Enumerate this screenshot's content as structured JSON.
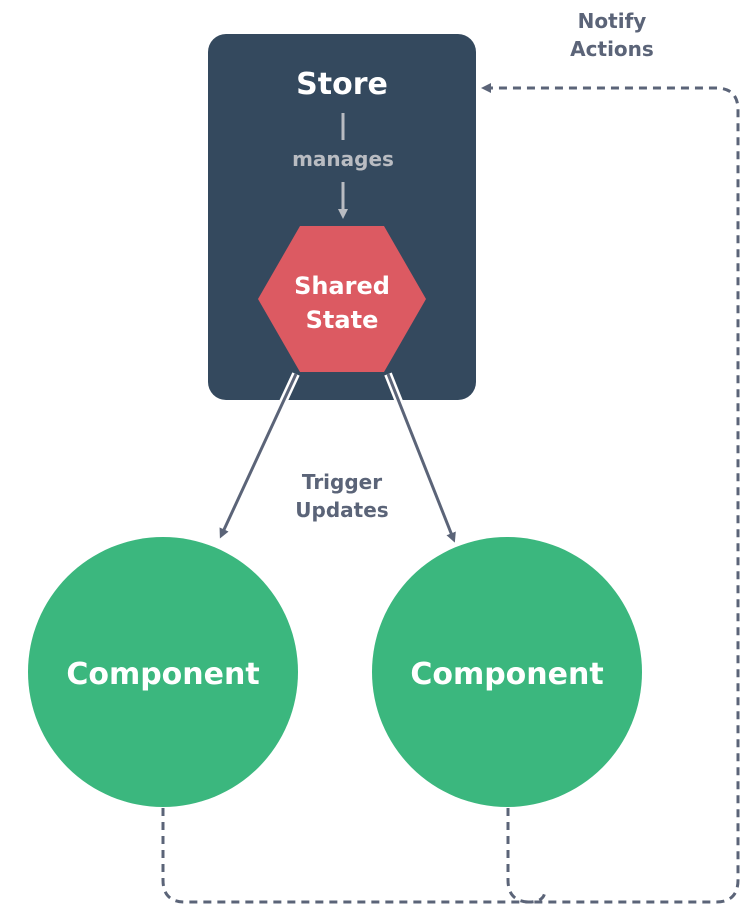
{
  "store": {
    "title": "Store",
    "manages_label": "manages",
    "fill": "#34495e"
  },
  "shared_state": {
    "line1": "Shared",
    "line2": "State",
    "fill": "#dc5a62"
  },
  "components": [
    {
      "label": "Component",
      "fill": "#3bb77e"
    },
    {
      "label": "Component",
      "fill": "#3bb77e"
    }
  ],
  "trigger_updates": {
    "line1": "Trigger",
    "line2": "Updates"
  },
  "notify_actions": {
    "line1": "Notify",
    "line2": "Actions"
  },
  "colors": {
    "edge": "#5b6478",
    "store_arrow": "#b9bcc2",
    "label_muted": "#5b6478",
    "manages_text": "#b9bcc2",
    "white": "#ffffff"
  }
}
